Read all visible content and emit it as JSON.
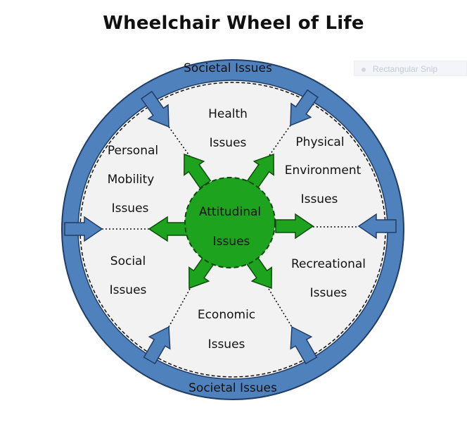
{
  "title": "Wheelchair Wheel of Life",
  "snip_label": "Rectangular Snip",
  "center": {
    "line1": "Attitudinal",
    "line2": "Issues"
  },
  "societal_top": "Societal Issues",
  "societal_bottom": "Societal Issues",
  "segments": {
    "health": {
      "line1": "Health",
      "line2": "Issues"
    },
    "physical": {
      "line1": "Physical",
      "line2": "Environment",
      "line3": "Issues"
    },
    "personal": {
      "line1": "Personal",
      "line2": "Mobility",
      "line3": "Issues"
    },
    "social": {
      "line1": "Social",
      "line2": "Issues"
    },
    "recreational": {
      "line1": "Recreational",
      "line2": "Issues"
    },
    "economic": {
      "line1": "Economic",
      "line2": "Issues"
    }
  },
  "colors": {
    "ring": "#4f81bd",
    "ring_border": "#1f3d66",
    "inner": "#f2f2f2",
    "hub": "#1ea31e",
    "hub_border": "#0a4d0a",
    "green_arrow": "#1ea31e",
    "blue_arrow": "#4f81bd"
  }
}
